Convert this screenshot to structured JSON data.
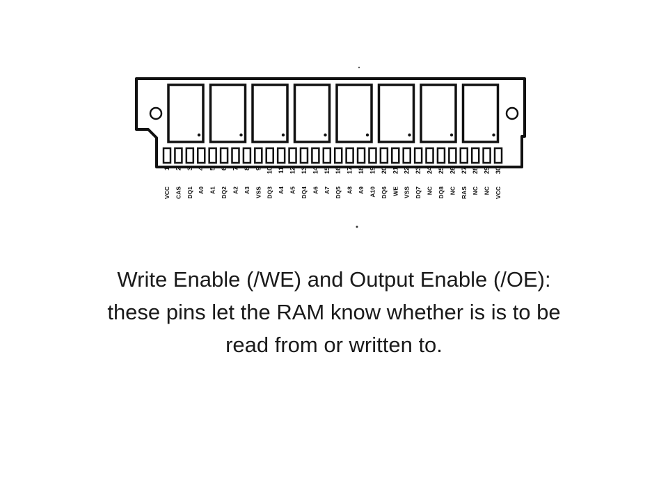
{
  "diagram": {
    "chip_count": 8,
    "pin_numbers": [
      "1",
      "2",
      "3",
      "4",
      "5",
      "6",
      "7",
      "8",
      "9",
      "10",
      "11",
      "12",
      "13",
      "14",
      "15",
      "16",
      "17",
      "18",
      "19",
      "20",
      "21",
      "22",
      "23",
      "24",
      "25",
      "26",
      "27",
      "28",
      "29",
      "30"
    ],
    "pin_names": [
      "VCC",
      "CAS",
      "DQ1",
      "A0",
      "A1",
      "DQ2",
      "A2",
      "A3",
      "VSS",
      "DQ3",
      "A4",
      "A5",
      "DQ4",
      "A6",
      "A7",
      "DQ5",
      "A8",
      "A9",
      "A10",
      "DQ6",
      "WE",
      "VSS",
      "DQ7",
      "NC",
      "DQ8",
      "NC",
      "RAS",
      "NC",
      "NC",
      "VCC"
    ]
  },
  "caption": {
    "line1": "Write Enable (/WE) and Output Enable (/OE):",
    "line2": "these pins let the RAM know whether is is to be",
    "line3": "read from or written to."
  }
}
